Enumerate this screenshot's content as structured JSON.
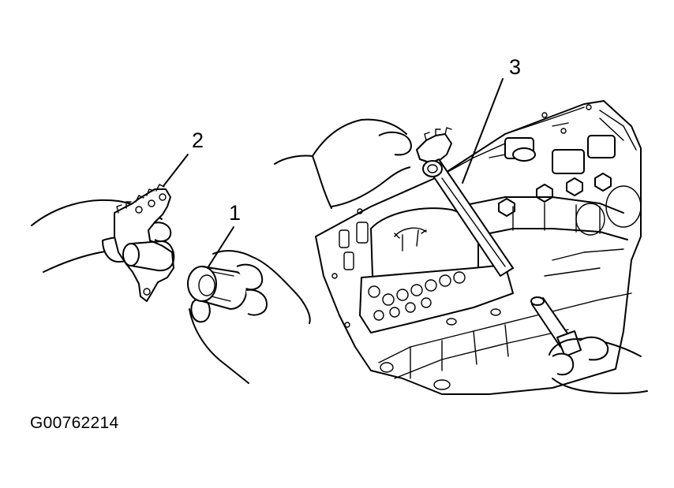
{
  "callouts": {
    "one": "1",
    "two": "2",
    "three": "3"
  },
  "figure_id": "G00762214"
}
